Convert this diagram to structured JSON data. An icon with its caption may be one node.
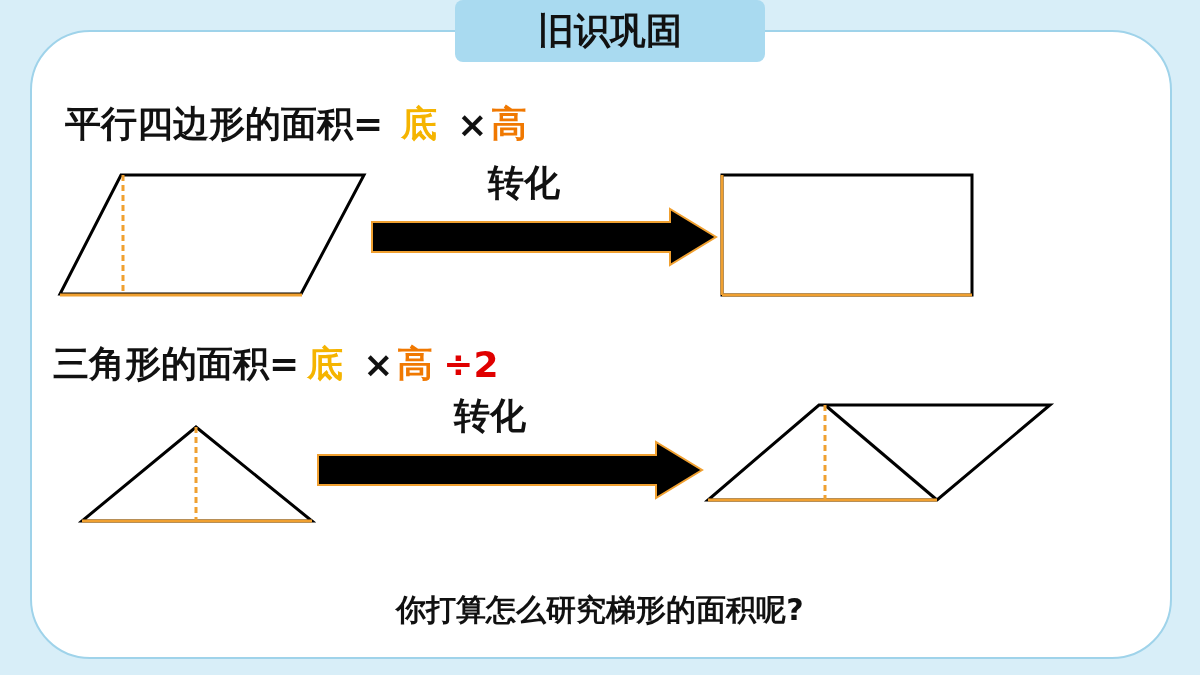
{
  "diagram": {
    "title": "旧识巩固",
    "nodes": [
      {
        "text": [],
        "shape": "parallelogram"
      },
      {
        "text": [],
        "shape": "rectangle"
      },
      {
        "text": [],
        "shape": "triangle"
      },
      {
        "text": [],
        "shape": "parallelogram"
      }
    ],
    "edges": [
      {
        "from": 0,
        "to": 1,
        "arrow": "to",
        "label": "转化",
        "style": "thick"
      },
      {
        "from": 2,
        "to": 3,
        "arrow": "to",
        "label": "转化",
        "style": "thick"
      }
    ],
    "labels": [
      "平行四边形的面积=",
      "底",
      "×",
      "高",
      "三角形的面积=",
      "底",
      "×",
      "高",
      "÷2",
      "你打算怎么研究梯形的面积呢?"
    ]
  }
}
